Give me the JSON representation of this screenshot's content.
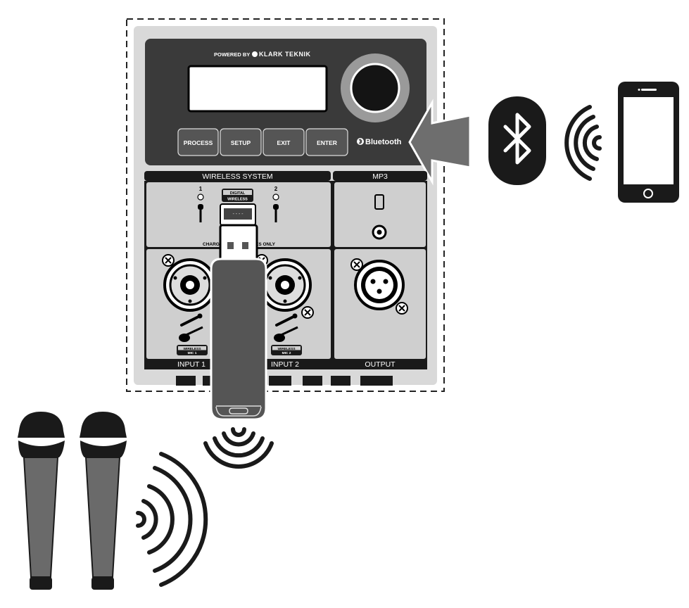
{
  "header": {
    "powered_by": "POWERED BY",
    "brand": "KLARK TEKNIK"
  },
  "buttons": [
    {
      "label": "PROCESS"
    },
    {
      "label": "SETUP"
    },
    {
      "label": "EXIT"
    },
    {
      "label": "ENTER"
    }
  ],
  "bluetooth_label": "Bluetooth",
  "wireless_panel": {
    "title": "WIRELESS SYSTEM",
    "channel_1": "1",
    "channel_2": "2",
    "digital_badge": [
      "DIGITAL",
      "WIRELESS"
    ],
    "usb_port_text": "----",
    "charge_text": "CHARGE",
    "charge_text_suffix": "ES ONLY"
  },
  "mp3_panel": {
    "title": "MP3"
  },
  "inputs": {
    "input1": {
      "label": "INPUT 1",
      "badge": [
        "WIRELESS",
        "MIC 1"
      ]
    },
    "input2": {
      "label": "INPUT 2",
      "badge": [
        "WIRELESS",
        "MIC 2"
      ]
    }
  },
  "output_label": "OUTPUT",
  "colors": {
    "panel_dark": "#3a3a3a",
    "panel_light": "#cfcfcf",
    "frame_gray": "#d9d9d9",
    "arrow_gray": "#6e6e6e",
    "knob_ring": "#9a9a9a",
    "device_black": "#1a1a1a"
  },
  "icons": [
    "bluetooth-icon",
    "wireless-signal-icon",
    "smartphone-icon",
    "usb-dongle-icon",
    "microphone-icon",
    "xlr-output-icon",
    "combo-jack-icon",
    "guitar-icon"
  ]
}
